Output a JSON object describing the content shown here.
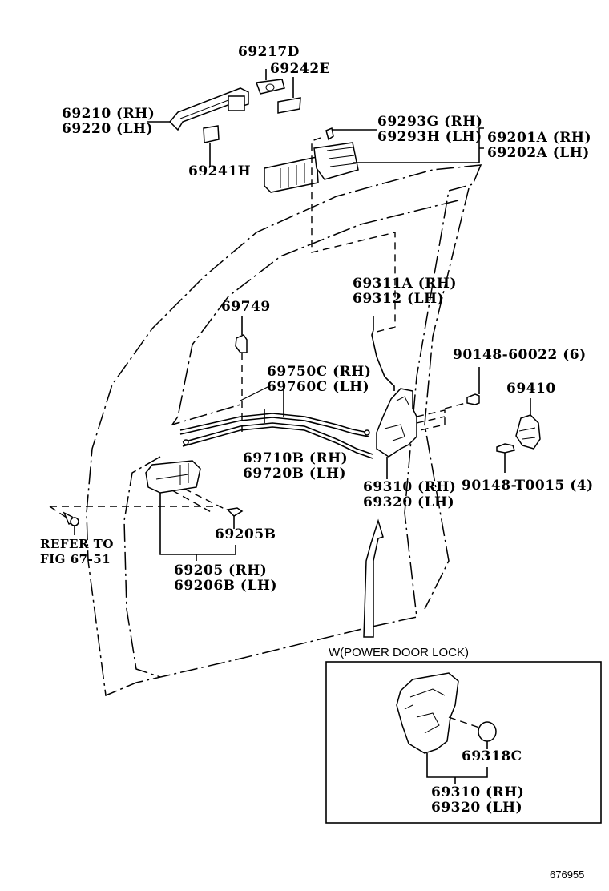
{
  "diagram": {
    "title": "Front Door Lock & Handle Parts Diagram",
    "figure_number": "676955",
    "inset_title": "W(POWER DOOR LOCK)",
    "callouts": [
      {
        "id": "outside-handle",
        "lines": [
          "69210 (RH)",
          "69220 (LH)"
        ]
      },
      {
        "id": "handle-cover",
        "lines": [
          "69217D"
        ]
      },
      {
        "id": "handle-pad-front",
        "lines": [
          "69242E"
        ]
      },
      {
        "id": "handle-pad-rear",
        "lines": [
          "69241H"
        ]
      },
      {
        "id": "frame-clip",
        "lines": [
          "69293G (RH)",
          "69293H (LH)"
        ]
      },
      {
        "id": "outside-handle-frame",
        "lines": [
          "69201A (RH)",
          "69202A (LH)"
        ]
      },
      {
        "id": "lock-rod",
        "lines": [
          "69311A (RH)",
          "69312 (LH)"
        ]
      },
      {
        "id": "cable-clamp",
        "lines": [
          "69749"
        ]
      },
      {
        "id": "lock-cable",
        "lines": [
          "69750C (RH)",
          "69760C (LH)"
        ]
      },
      {
        "id": "open-cable",
        "lines": [
          "69710B (RH)",
          "69720B (LH)"
        ]
      },
      {
        "id": "lock-screw",
        "lines": [
          "90148-60022 (6)"
        ]
      },
      {
        "id": "striker",
        "lines": [
          "69410"
        ]
      },
      {
        "id": "striker-screw",
        "lines": [
          "90148-T0015 (4)"
        ]
      },
      {
        "id": "door-lock-assy",
        "lines": [
          "69310 (RH)",
          "69320 (LH)"
        ]
      },
      {
        "id": "inside-handle-bezel-clip",
        "lines": [
          "69205B"
        ]
      },
      {
        "id": "inside-handle",
        "lines": [
          "69205 (RH)",
          "69206B (LH)"
        ]
      },
      {
        "id": "refer-note",
        "lines": [
          "REFER TO",
          "FIG 67-51"
        ]
      },
      {
        "id": "inset-lock-cap",
        "lines": [
          "69318C"
        ]
      },
      {
        "id": "inset-door-lock-assy",
        "lines": [
          "69310 (RH)",
          "69320 (LH)"
        ]
      }
    ]
  }
}
